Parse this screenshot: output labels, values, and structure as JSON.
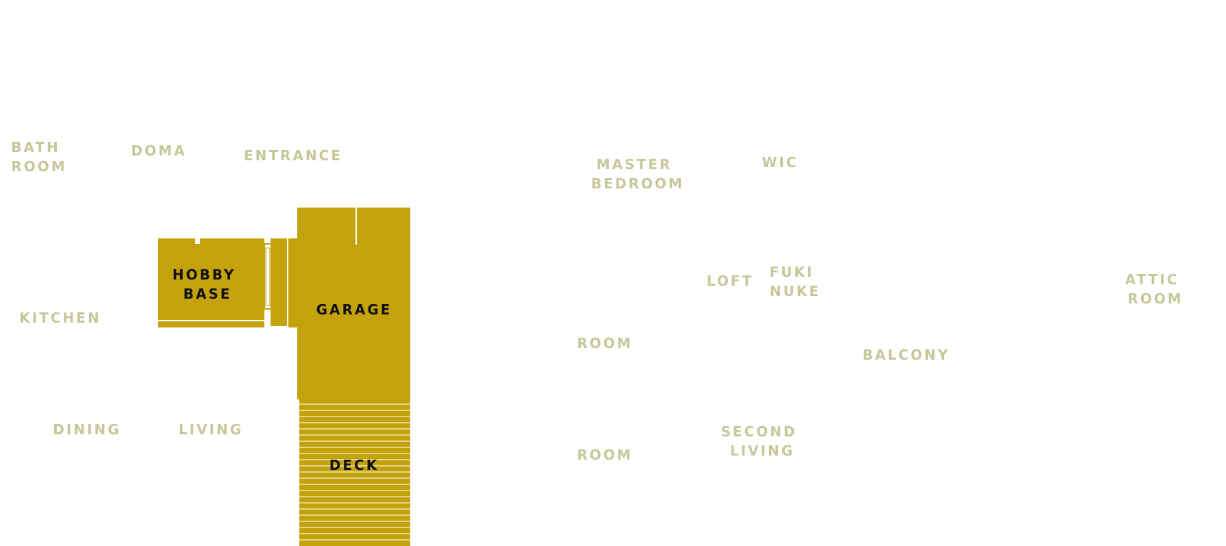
{
  "colors": {
    "highlight": "#c4a20b",
    "muted_label": "#c7c79a",
    "active_label": "#111111",
    "background": "#ffffff"
  },
  "rooms": {
    "bath_room": {
      "lines": [
        "BATH",
        "ROOM"
      ],
      "highlighted": false
    },
    "doma": {
      "lines": [
        "DOMA"
      ],
      "highlighted": false
    },
    "entrance": {
      "lines": [
        "ENTRANCE"
      ],
      "highlighted": false
    },
    "kitchen": {
      "lines": [
        "KITCHEN"
      ],
      "highlighted": false
    },
    "hobby_base": {
      "lines": [
        "HOBBY",
        "BASE"
      ],
      "highlighted": true
    },
    "garage": {
      "lines": [
        "GARAGE"
      ],
      "highlighted": true
    },
    "dining": {
      "lines": [
        "DINING"
      ],
      "highlighted": false
    },
    "living": {
      "lines": [
        "LIVING"
      ],
      "highlighted": false
    },
    "deck": {
      "lines": [
        "DECK"
      ],
      "highlighted": true
    },
    "master_bedroom": {
      "lines": [
        "MASTER",
        "BEDROOM"
      ],
      "highlighted": false
    },
    "wic": {
      "lines": [
        "WIC"
      ],
      "highlighted": false
    },
    "loft": {
      "lines": [
        "LOFT"
      ],
      "highlighted": false
    },
    "fuki_nuke": {
      "lines": [
        "FUKI",
        "NUKE"
      ],
      "highlighted": false
    },
    "room_upper": {
      "lines": [
        "ROOM"
      ],
      "highlighted": false
    },
    "balcony": {
      "lines": [
        "BALCONY"
      ],
      "highlighted": false
    },
    "attic_room": {
      "lines": [
        "ATTIC",
        "ROOM"
      ],
      "highlighted": false
    },
    "second_living": {
      "lines": [
        "SECOND",
        "LIVING"
      ],
      "highlighted": false
    },
    "room_lower": {
      "lines": [
        "ROOM"
      ],
      "highlighted": false
    }
  }
}
